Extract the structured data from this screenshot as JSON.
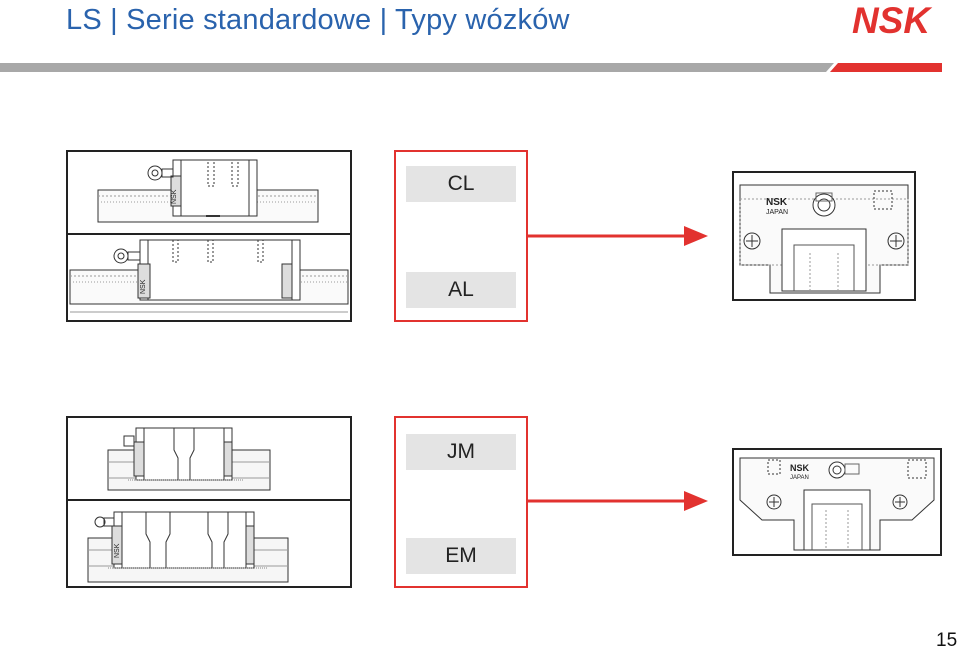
{
  "header": {
    "title": "LS | Serie standardowe | Typy wózków",
    "logo_text": "NSK",
    "brand_red": "#e2322f",
    "title_blue": "#2a63ad"
  },
  "groups": [
    {
      "labels": [
        "CL",
        "AL"
      ]
    },
    {
      "labels": [
        "JM",
        "EM"
      ]
    }
  ],
  "end_view_marking": {
    "brand": "NSK",
    "country": "JAPAN"
  },
  "side_view_marking": "NSK",
  "footer": {
    "page_number": "15"
  }
}
